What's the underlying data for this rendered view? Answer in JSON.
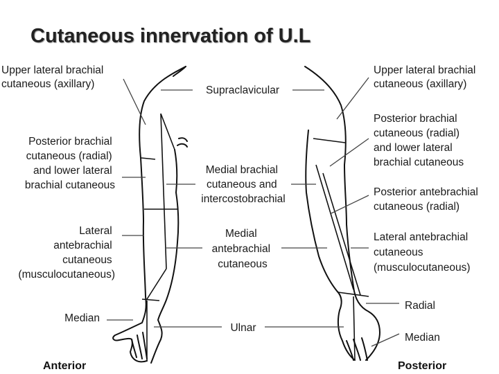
{
  "title": "Cutaneous innervation of U.L",
  "views": {
    "anterior": "Anterior",
    "posterior": "Posterior"
  },
  "left_labels": {
    "upper_lateral": [
      "Upper lateral brachial",
      "cutaneous (axillary)"
    ],
    "posterior_brachial": [
      "Posterior brachial",
      "cutaneous (radial)",
      "and lower lateral",
      "brachial cutaneous"
    ],
    "lateral_antebrachial": [
      "Lateral",
      "antebrachial",
      "cutaneous",
      "(musculocutaneous)"
    ],
    "median": [
      "Median"
    ]
  },
  "center_labels": {
    "supraclavicular": [
      "Supraclavicular"
    ],
    "medial_brachial": [
      "Medial brachial",
      "cutaneous and",
      "intercostobrachial"
    ],
    "medial_antebrachial": [
      "Medial",
      "antebrachial",
      "cutaneous"
    ],
    "ulnar": [
      "Ulnar"
    ]
  },
  "right_labels": {
    "upper_lateral": [
      "Upper lateral brachial",
      "cutaneous (axillary)"
    ],
    "posterior_brachial": [
      "Posterior brachial",
      "cutaneous (radial)",
      "and lower lateral",
      "brachial cutaneous"
    ],
    "posterior_antebrachial": [
      "Posterior antebrachial",
      "cutaneous (radial)"
    ],
    "lateral_antebrachial": [
      "Lateral antebrachial",
      "cutaneous",
      "(musculocutaneous)"
    ],
    "radial": [
      "Radial"
    ],
    "median": [
      "Median"
    ]
  }
}
